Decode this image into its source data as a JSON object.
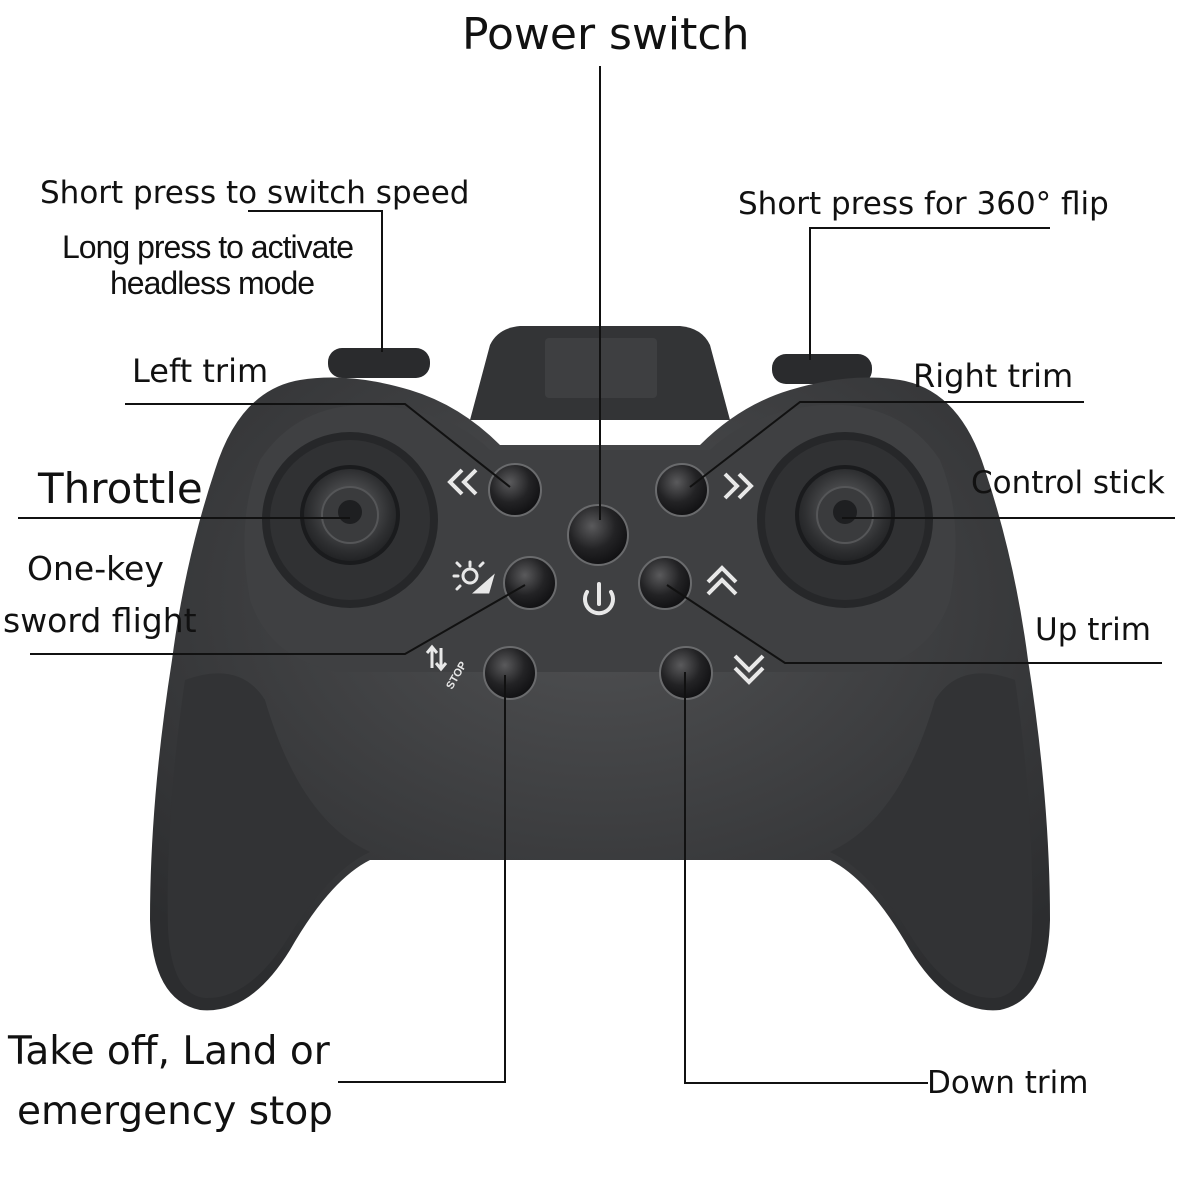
{
  "colors": {
    "body": "#3b3c3e",
    "body_dark": "#2a2b2d",
    "face": "#48494b",
    "button": "#1c1c1e",
    "button_ring": "#666769",
    "icon": "#e8e8e8",
    "line": "#111111"
  },
  "labels": {
    "power_switch": "Power  switch",
    "switch_speed": "Short press to switch speed",
    "headless_line1": "Long press to activate",
    "headless_line2": "headless mode",
    "flip": "Short press for 360° flip",
    "left_trim": "Left trim",
    "right_trim": "Right trim",
    "throttle": "Throttle",
    "control_stick": "Control stick",
    "sword_line1": "One-key",
    "sword_line2": "sword flight",
    "up_trim": "Up trim",
    "takeoff_line1": "Take off, Land or",
    "takeoff_line2": "emergency stop",
    "down_trim": "Down trim"
  },
  "icons": {
    "left_trim": "double-chevron-left-icon",
    "right_trim": "double-chevron-right-icon",
    "up_trim": "double-chevron-up-icon",
    "down_trim": "double-chevron-down-icon",
    "power": "power-icon",
    "sword_flight": "sword-flight-icon",
    "takeoff_stop": "takeoff-stop-icon"
  },
  "icon_text": {
    "stop": "STOP"
  }
}
